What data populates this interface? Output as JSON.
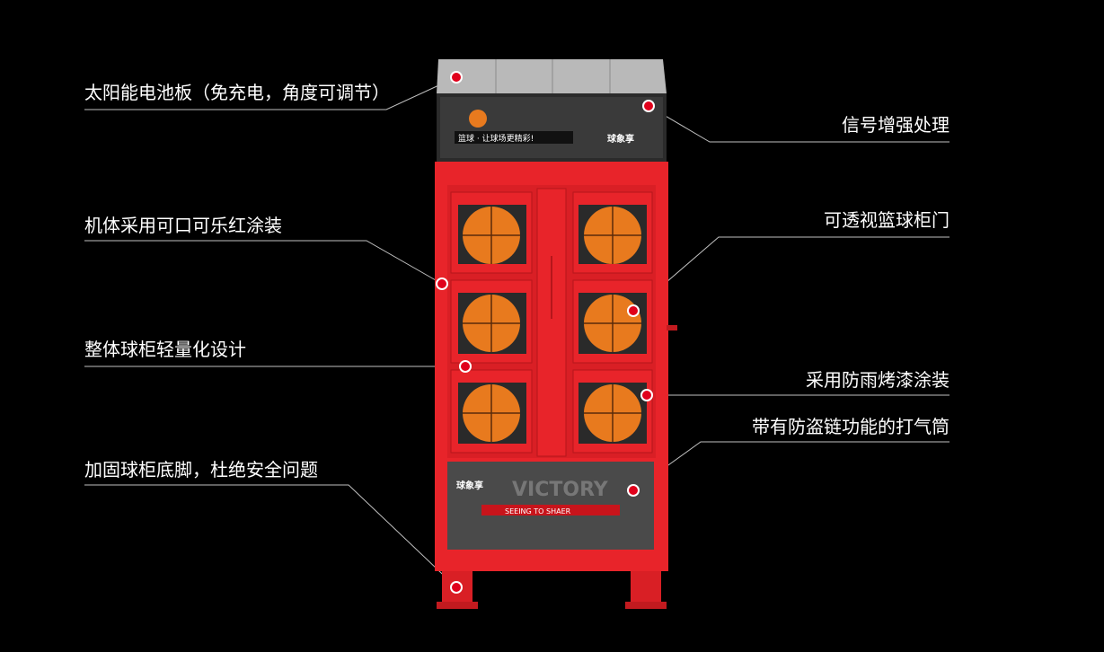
{
  "callouts": {
    "solar_panel": "太阳能电池板（免充电，角度可调节）",
    "signal": "信号增强处理",
    "coke_red": "机体采用可口可乐红涂装",
    "transparent_door": "可透视篮球柜门",
    "lightweight": "整体球柜轻量化设计",
    "rainproof": "采用防雨烤漆涂装",
    "pump": "带有防盗链功能的打气筒",
    "feet": "加固球柜底脚，杜绝安全问题"
  },
  "cabinet": {
    "brand_logo": "球象享",
    "top_banner_text": "篮球 · 让球场更精彩!",
    "bottom_panel_text": "VICTORY",
    "bottom_slogan": "SEEING TO SHAER",
    "body_color": "#e8242a",
    "dark_color": "#1f1f1f",
    "ball_color": "#e87a1e"
  }
}
